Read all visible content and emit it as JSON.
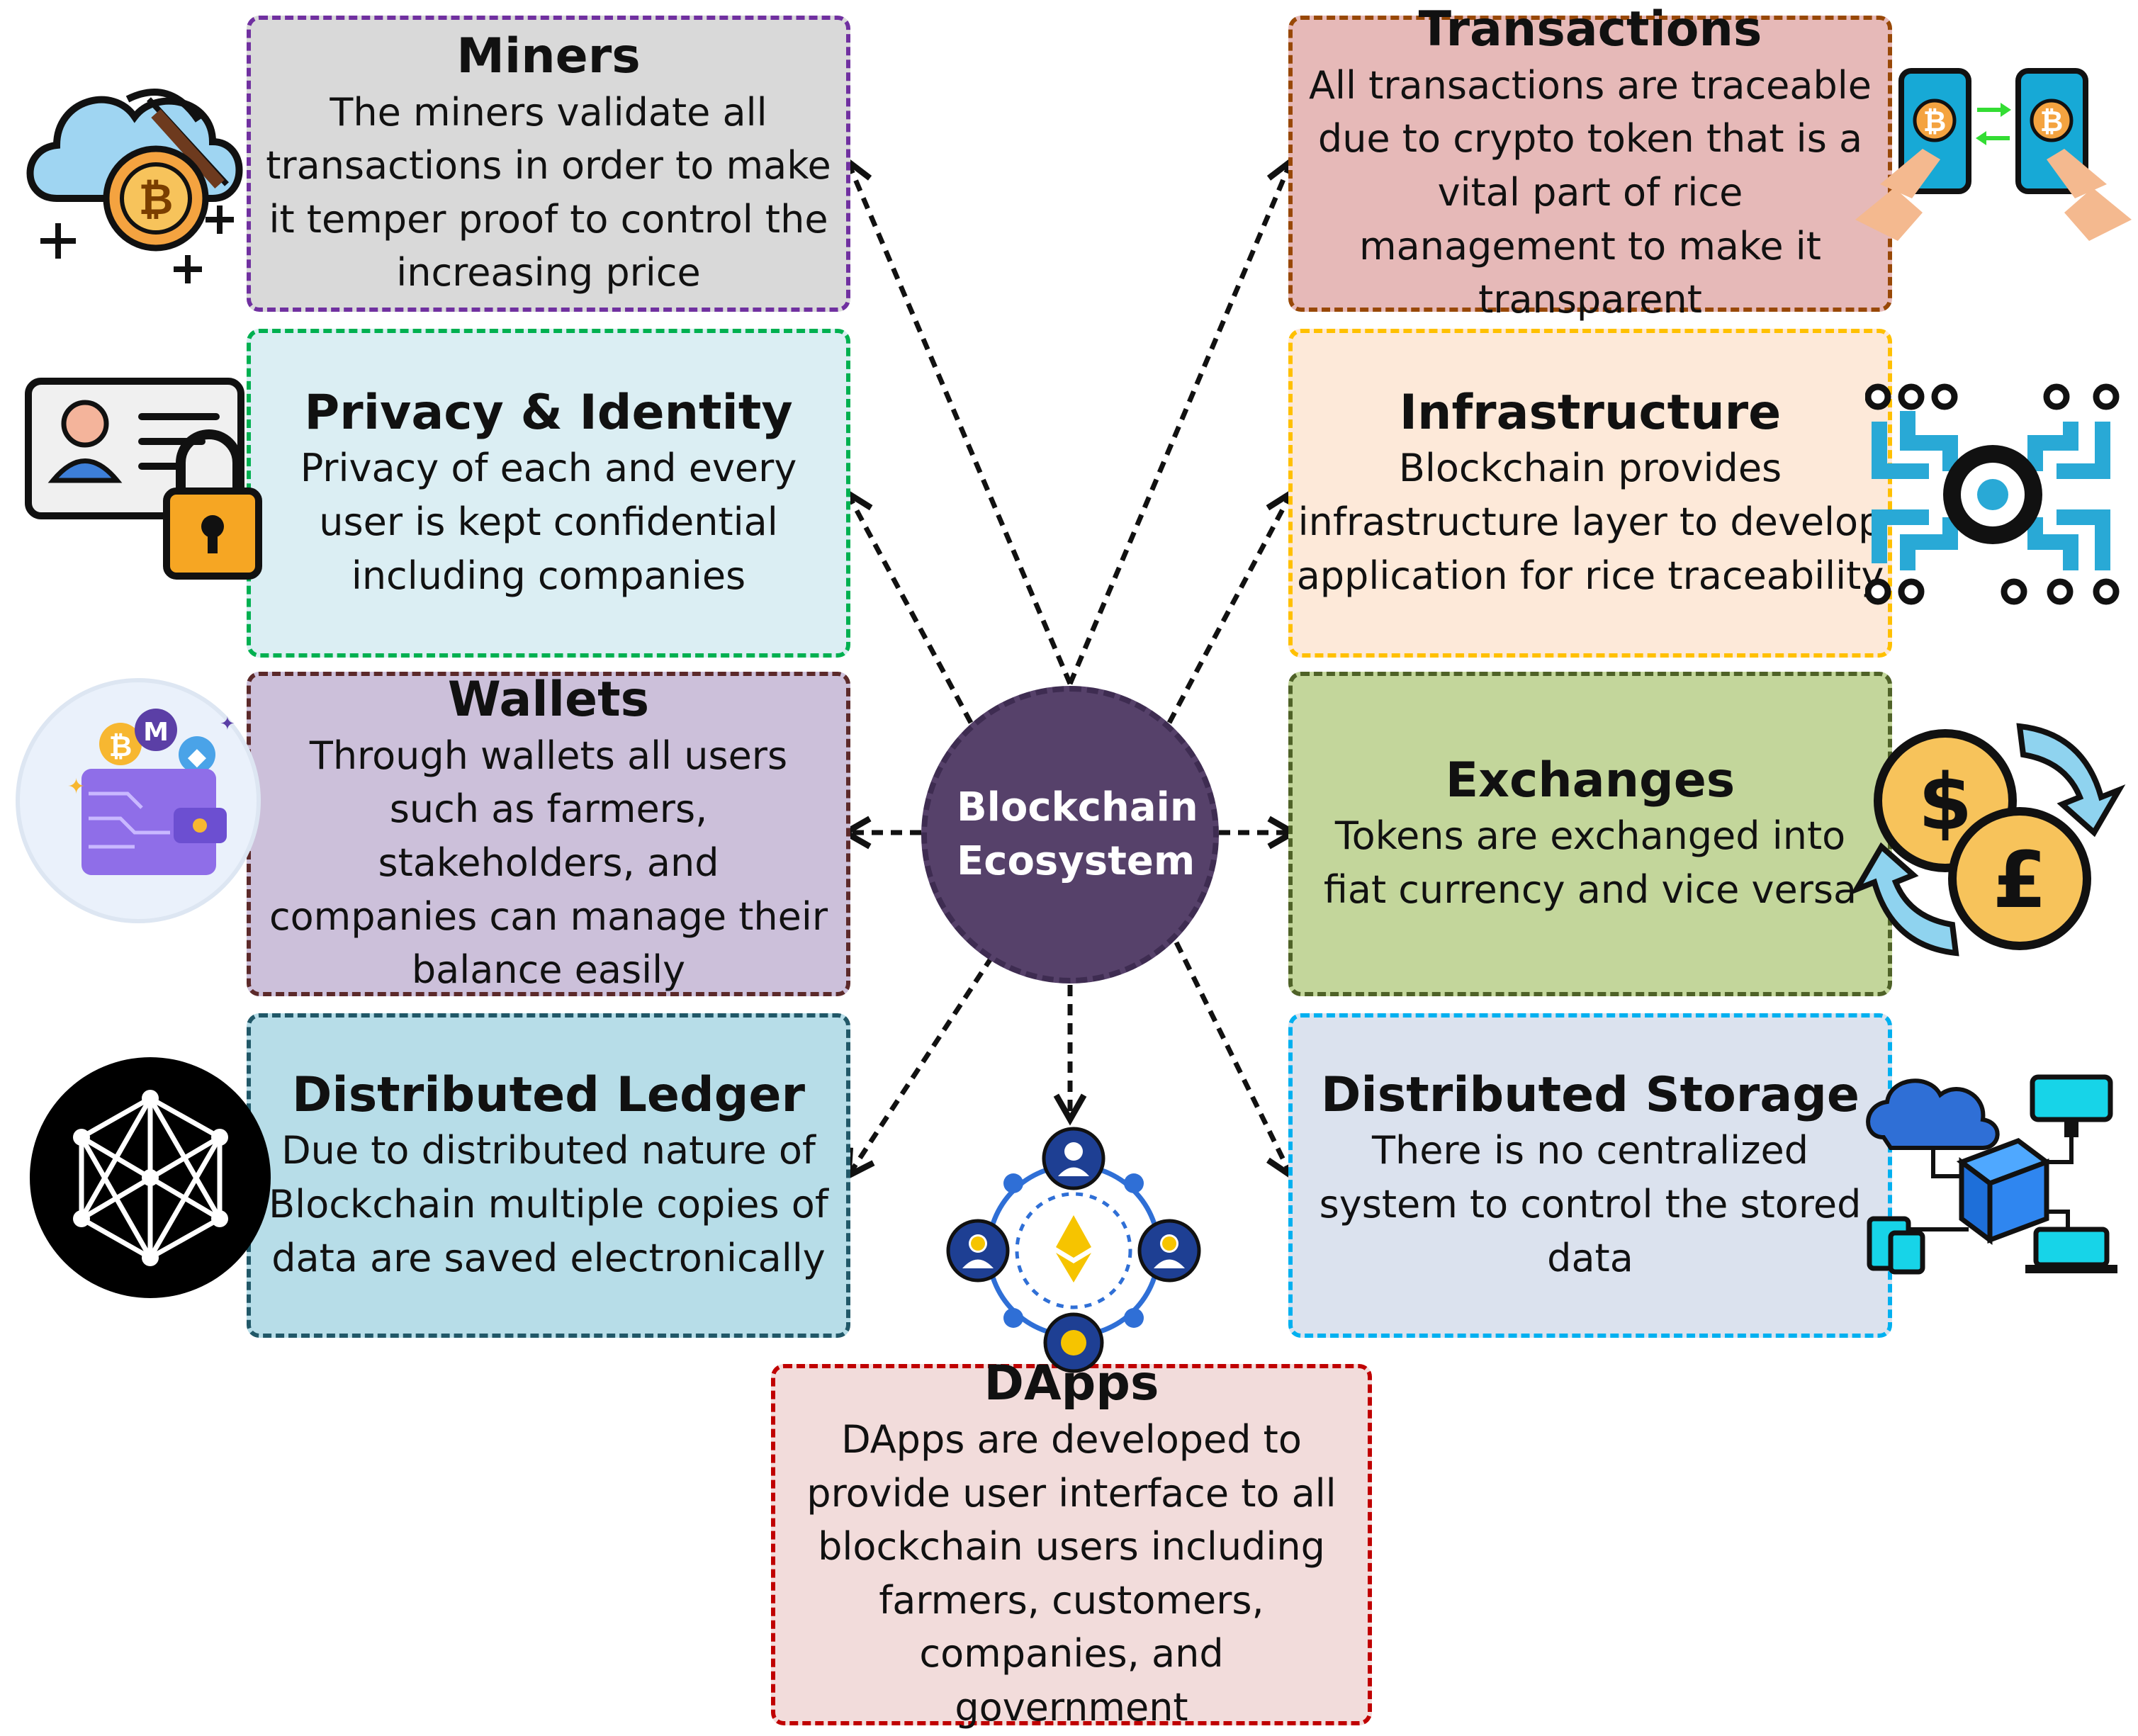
{
  "hub": {
    "label": "Blockchain Ecosystem"
  },
  "boxes": {
    "miners": {
      "title": "Miners",
      "text": "The miners validate all transactions in order to make it temper proof to control the increasing price"
    },
    "privacy": {
      "title": "Privacy & Identity",
      "text": "Privacy of each and every user is kept confidential including companies"
    },
    "wallets": {
      "title": "Wallets",
      "text": "Through wallets all users such as farmers, stakeholders, and companies can manage their balance easily"
    },
    "ledger": {
      "title": "Distributed Ledger",
      "text": "Due to distributed nature of Blockchain multiple copies of data are saved electronically"
    },
    "transactions": {
      "title": "Transactions",
      "text": "All transactions are traceable due to crypto token that is a vital part of rice management to make it transparent"
    },
    "infrastructure": {
      "title": "Infrastructure",
      "text": "Blockchain provides infrastructure layer to develop application for rice traceability"
    },
    "exchanges": {
      "title": "Exchanges",
      "text": "Tokens are exchanged into fiat currency and vice versa"
    },
    "storage": {
      "title": "Distributed Storage",
      "text": "There is no centralized system to control the stored data"
    },
    "dapps": {
      "title": "DApps",
      "text": "DApps are developed to provide user interface to all blockchain users including farmers, customers, companies, and government"
    }
  },
  "icons": {
    "miners": "bitcoin-mining-cloud-icon",
    "privacy": "id-card-lock-icon",
    "wallets": "crypto-wallet-icon",
    "ledger": "network-mesh-icon",
    "transactions": "phone-bitcoin-transfer-icon",
    "infrastructure": "circuit-icon",
    "exchanges": "currency-exchange-icon",
    "storage": "cloud-storage-network-icon",
    "dapps": "dapp-users-network-icon"
  },
  "colors": {
    "miners": {
      "bg": "#d9d9d9",
      "border": "#7030a0"
    },
    "privacy": {
      "bg": "#dbeef3",
      "border": "#00b050"
    },
    "wallets": {
      "bg": "#ccc0da",
      "border": "#5c2a2a"
    },
    "ledger": {
      "bg": "#b7dde8",
      "border": "#215868"
    },
    "transactions": {
      "bg": "#e6b9b8",
      "border": "#984807"
    },
    "infrastructure": {
      "bg": "#fde9d9",
      "border": "#ffc000"
    },
    "exchanges": {
      "bg": "#c3d69b",
      "border": "#4f6228"
    },
    "storage": {
      "bg": "#dbe2ee",
      "border": "#00b0f0"
    },
    "dapps": {
      "bg": "#f2dcdb",
      "border": "#c00000"
    },
    "hub": "#56416a"
  }
}
